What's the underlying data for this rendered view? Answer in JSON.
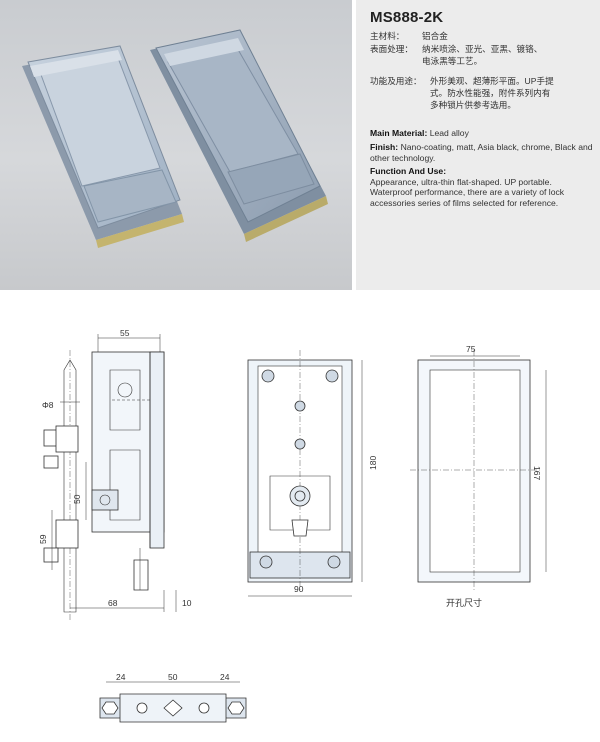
{
  "product": {
    "model": "MS888-2K",
    "cn_specs": [
      {
        "label": "主材料：",
        "value": "铝合金"
      },
      {
        "label": "表面处理：",
        "value": "纳米喷涂、亚光、亚黑、镀铬、",
        "value2": "电泳黑等工艺。"
      },
      {
        "label": "功能及用途：",
        "value": "外形美观、超薄形平面。UP手提",
        "value2": "式。防水性能强，附件系列内有",
        "value3": "多种锁片供参考选用。"
      }
    ],
    "en_specs": {
      "material_label": "Main Material:",
      "material_value": "Lead alloy",
      "finish_label": "Finish:",
      "finish_value": "Nano-coating, matt, Asia black, chrome, Black and other technology.",
      "function_label": "Function And Use:",
      "function_value": "Appearance, ultra-thin flat-shaped. UP portable. Waterproof performance, there are a variety of lock accessories series of films selected for reference."
    }
  },
  "drawing": {
    "side_view": {
      "dim_top": "55",
      "dim_phi": "Φ8",
      "dim_50": "50",
      "dim_59": "59",
      "dim_68": "68",
      "dim_10": "10"
    },
    "front_view": {
      "dim_height": "180",
      "dim_width": "90"
    },
    "cutout_view": {
      "dim_width": "75",
      "dim_height": "167",
      "caption": "开孔尺寸"
    },
    "bottom_view": {
      "dim_left": "24",
      "dim_mid": "50",
      "dim_right": "24"
    }
  },
  "colors": {
    "product_body": "#a9b6c6",
    "product_face": "#b7c4d3",
    "line": "#333333",
    "spec_bg": "#ececec"
  }
}
